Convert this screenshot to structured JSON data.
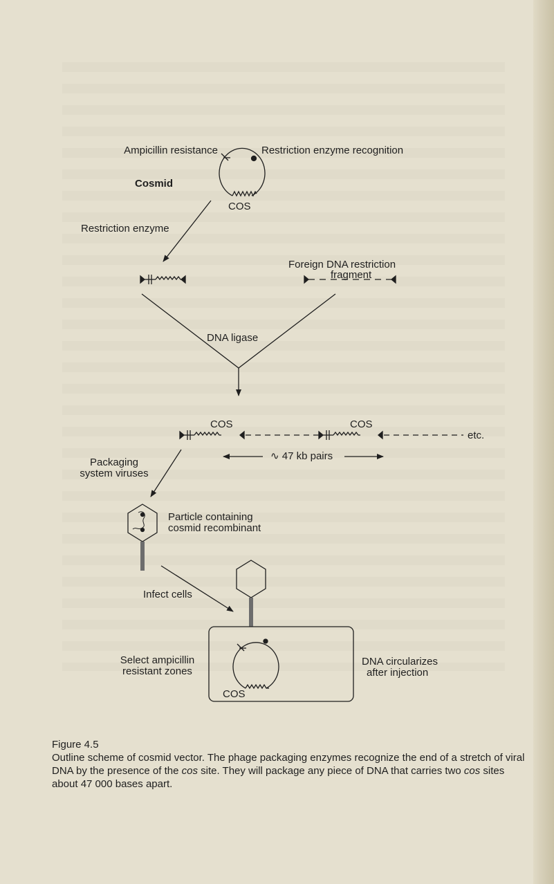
{
  "diagram": {
    "ampicillin_resistance": "Ampicillin resistance",
    "restriction_site_recognition": "Restriction enzyme recognition",
    "cosmid_label": "Cosmid",
    "cos_label": "COS",
    "restriction_enzyme": "Restriction enzyme",
    "foreign_dna_line1": "Foreign DNA restriction",
    "foreign_dna_line2": "fragment",
    "dna_ligase": "DNA ligase",
    "cos_left": "COS",
    "cos_right": "COS",
    "etc": "etc.",
    "kb_pairs": "∿ 47 kb pairs",
    "packaging_line1": "Packaging",
    "packaging_line2": "system viruses",
    "particle_line1": "Particle containing",
    "particle_line2": "cosmid recombinant",
    "infect_cells": "Infect cells",
    "select_line1": "Select ampicillin",
    "select_line2": "resistant zones",
    "circularizes_line1": "DNA circularizes",
    "circularizes_line2": "after injection",
    "cos_inner": "COS"
  },
  "caption": {
    "title": "Figure 4.5",
    "text_part1": "Outline scheme of cosmid vector. The phage packaging enzymes recognize the end of a stretch of viral DNA by the presence of the ",
    "cos_italic_1": "cos",
    "text_part2": " site. They will package any piece of DNA that carries two ",
    "cos_italic_2": "cos",
    "text_part3": " sites about 47 000 bases apart."
  }
}
